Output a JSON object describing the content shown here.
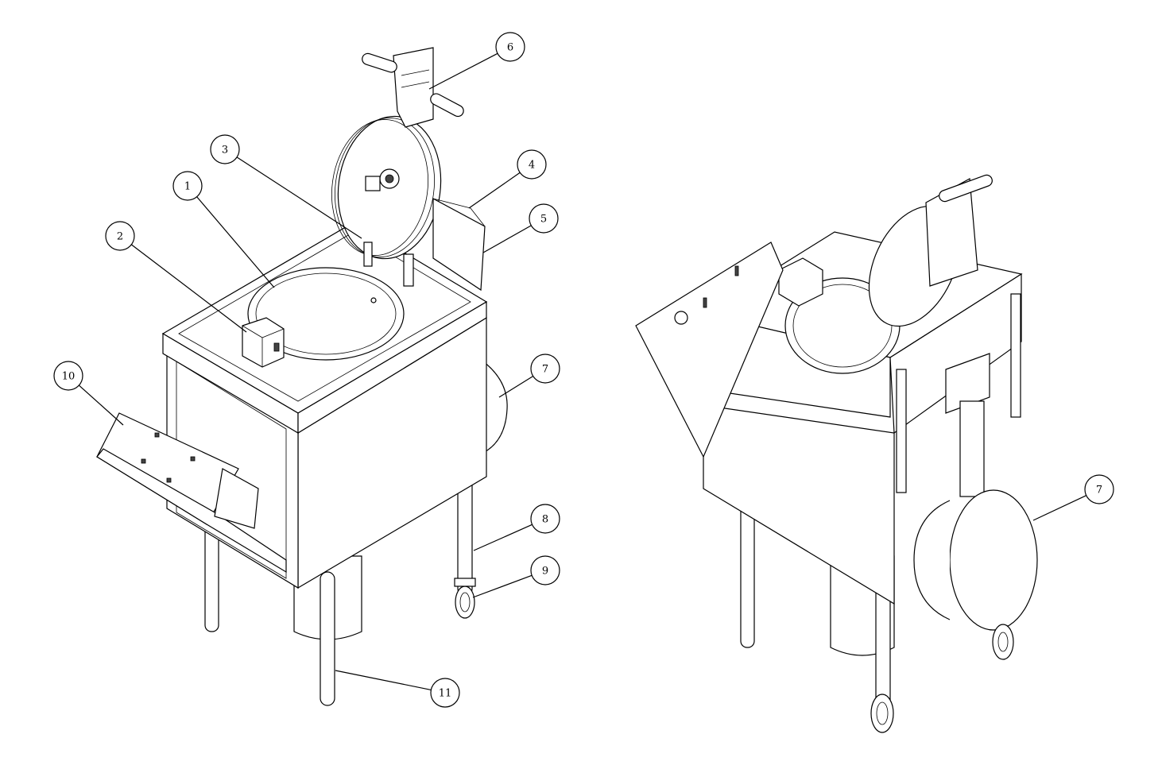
{
  "callouts": [
    {
      "id": "c1",
      "label": "1"
    },
    {
      "id": "c2",
      "label": "2"
    },
    {
      "id": "c3",
      "label": "3"
    },
    {
      "id": "c4",
      "label": "4"
    },
    {
      "id": "c5",
      "label": "5"
    },
    {
      "id": "c6",
      "label": "6"
    },
    {
      "id": "c7a",
      "label": "7"
    },
    {
      "id": "c8",
      "label": "8"
    },
    {
      "id": "c9",
      "label": "9"
    },
    {
      "id": "c10",
      "label": "10"
    },
    {
      "id": "c11",
      "label": "11"
    },
    {
      "id": "c7b",
      "label": "7"
    }
  ],
  "colors": {
    "line": "#000000",
    "background": "#ffffff"
  }
}
